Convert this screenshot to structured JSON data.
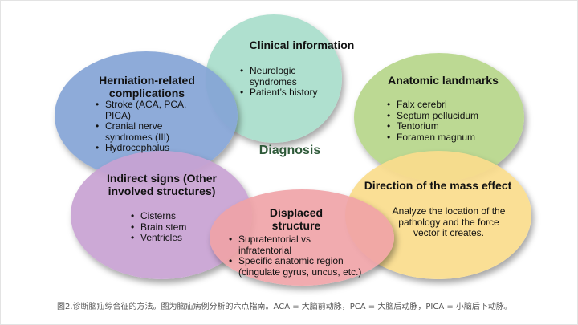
{
  "center": "Diagnosis",
  "clinical": {
    "title": "Clinical information",
    "items": [
      "Neurologic syndromes",
      "Patient’s history"
    ]
  },
  "herniation": {
    "title": "Herniation-related complications",
    "items": [
      "Stroke (ACA, PCA, PICA)",
      "Cranial nerve syndromes (III)",
      "Hydrocephalus"
    ]
  },
  "anatomic": {
    "title": "Anatomic landmarks",
    "items": [
      "Falx cerebri",
      "Septum pellucidum",
      "Tentorium",
      "Foramen magnum"
    ]
  },
  "indirect": {
    "title": "Indirect signs (Other involved structures)",
    "items": [
      "Cisterns",
      "Brain stem",
      "Ventricles"
    ]
  },
  "direction": {
    "title": "Direction of the mass effect",
    "text": "Analyze the location of the pathology and the force vector it creates."
  },
  "displaced": {
    "title": "Displaced structure",
    "items": [
      "Supratentorial  vs infratentorial",
      "Specific anatomic region (cingulate gyrus, uncus, etc.)"
    ]
  },
  "caption": "图2.诊断脑疝综合征的方法。图为脑疝病例分析的六点指南。ACA = 大脑前动脉，PCA = 大脑后动脉，PICA = 小脑后下动脉。",
  "colors": {
    "clinical": "#a4dcc8",
    "herniation": "#84a4d6",
    "anatomic": "#b6d68a",
    "indirect": "#c8a2d2",
    "direction": "#fadc8c",
    "displaced": "#f0a2a6",
    "center_text": "#2f5a3a"
  }
}
